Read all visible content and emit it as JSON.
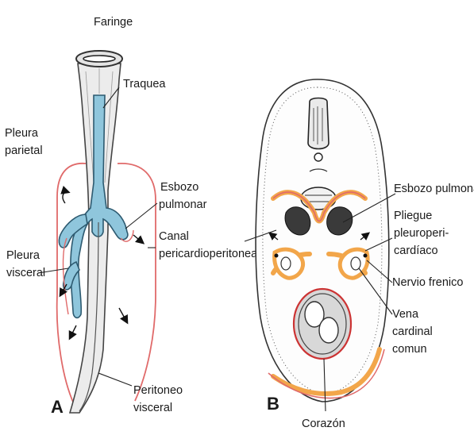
{
  "panel_a": {
    "letter": "A",
    "faringe": "Faringe",
    "traquea": "Traquea",
    "pleura_parietal": [
      "Pleura",
      "parietal"
    ],
    "esbozo_pulmonar": [
      "Esbozo",
      "pulmonar"
    ],
    "canal": [
      "Canal",
      "pericardioperitoneal"
    ],
    "pleura_visceral": [
      "Pleura",
      "visceral"
    ],
    "peritoneo_visceral": [
      "Peritoneo",
      "visceral"
    ]
  },
  "panel_b": {
    "letter": "B",
    "esbozo_pulmonar": "Esbozo pulmonar",
    "pliegue": [
      "Pliegue",
      "pleuroperi-",
      "cardíaco"
    ],
    "nervio_frenico": "Nervio frenico",
    "vena_cardinal": [
      "Vena",
      "cardinal",
      "comun"
    ],
    "corazon": "Corazón"
  },
  "colors": {
    "bronchus_blue": "#8fc6dc",
    "pleura_red": "#e06a6a",
    "mesoderm_orange": "#f2a64a",
    "tissue_gray": "#e6e6e6"
  }
}
